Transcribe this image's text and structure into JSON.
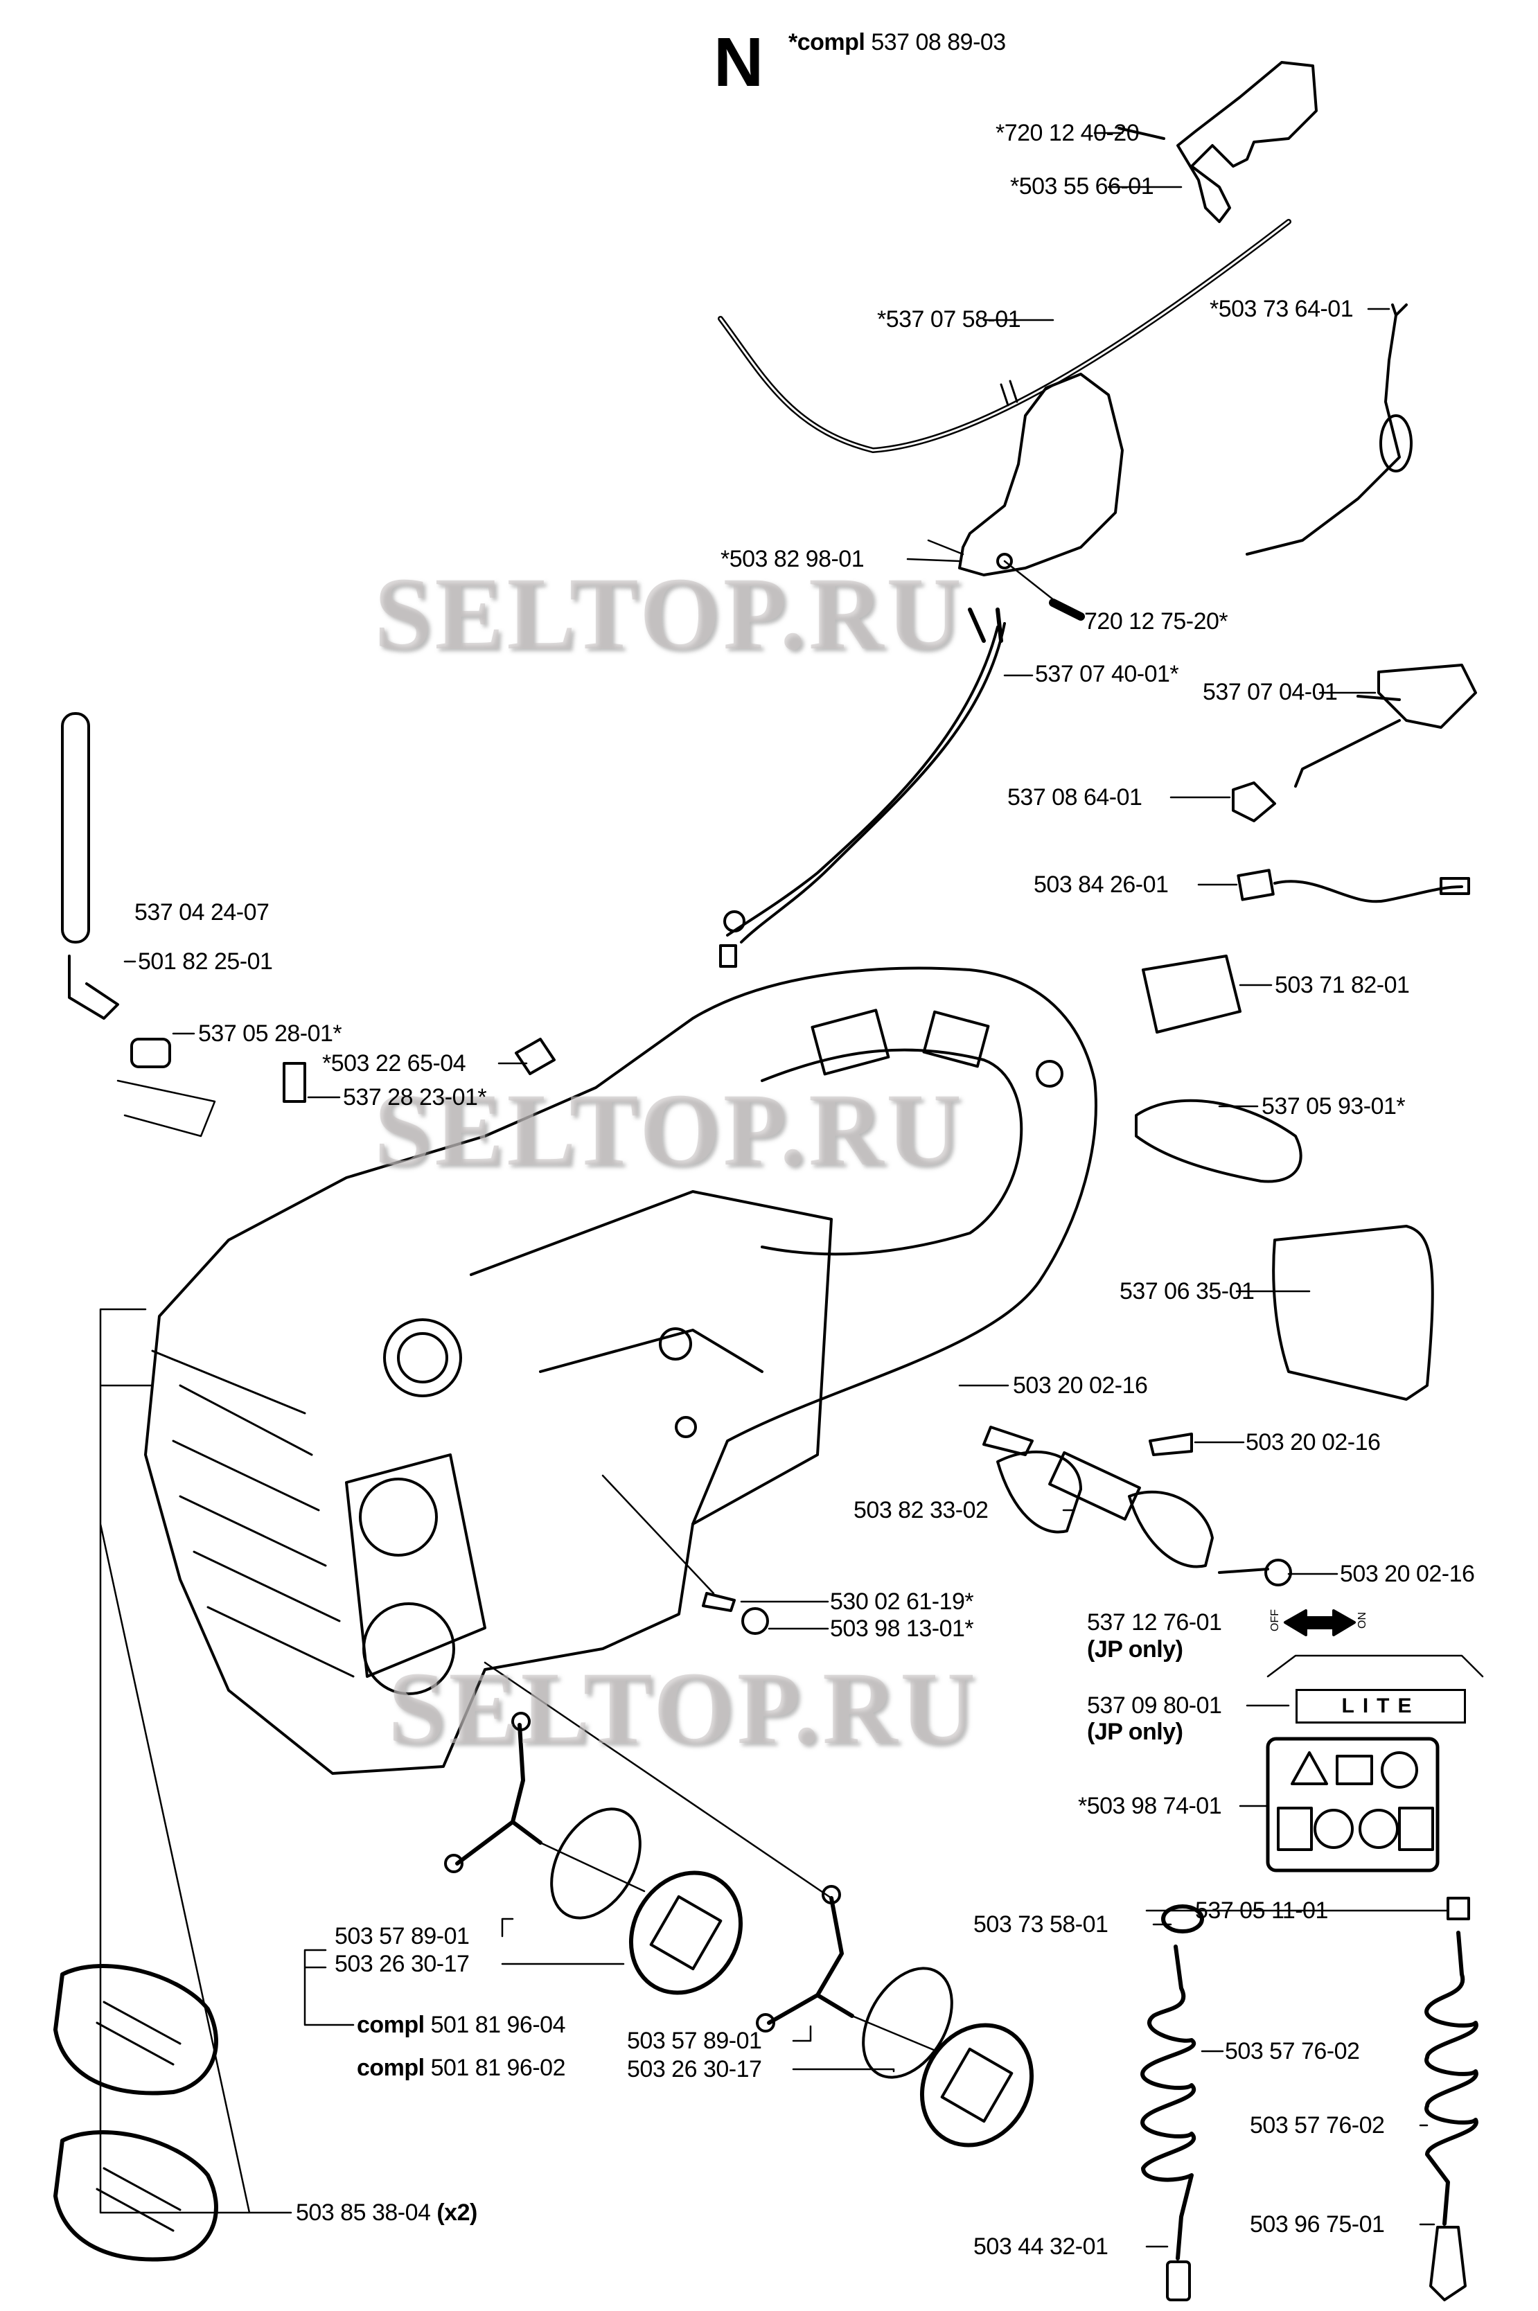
{
  "section_letter": "N",
  "assembly": {
    "prefix": "*compl",
    "number": "537 08 89-03"
  },
  "watermark": "SELTOP.RU",
  "parts": [
    "*720 12 40-20",
    "*503 55 66-01",
    "*537 07 58-01",
    "*503 73 64-01",
    "*503 82 98-01",
    "720 12 75-20*",
    "537 07 40-01*",
    "537 07 04-01",
    "537 08 64-01",
    "503 84 26-01",
    "537 04 24-07",
    "501 82 25-01",
    "537 05 28-01*",
    "*503 22 65-04",
    "537 28 23-01*",
    "503 71 82-01",
    "537 05 93-01*",
    "537 06 35-01",
    "503 20 02-16",
    "503 20 02-16",
    "503 82 33-02",
    "503 20 02-16",
    "530 02 61-19*",
    "503 98 13-01*",
    "537 12 76-01",
    "537 09 80-01",
    "*503 98 74-01",
    "503 73 58-01",
    "537 05 11-01",
    "503 57 89-01",
    "503 26 30-17",
    "503 57 76-02",
    "503 57 89-01",
    "503 26 30-17",
    "503 57 76-02",
    "503 44 32-01",
    "503 96 75-01"
  ],
  "jp_only": "(JP only)",
  "compl_prefix": "compl",
  "kits": [
    "501 81 96-04",
    "501 81 96-02"
  ],
  "mount": {
    "number": "503 85 38-04",
    "qty": "(x2)"
  },
  "switch_label": {
    "off": "OFF",
    "on": "ON"
  },
  "decal_text": "LITE"
}
